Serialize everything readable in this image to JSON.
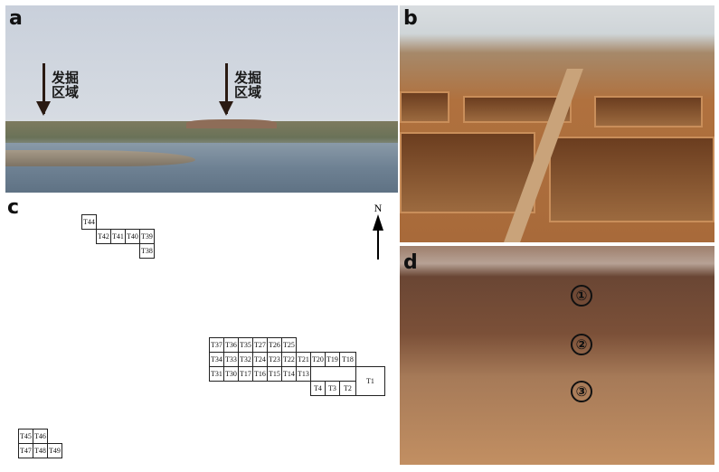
{
  "panels": {
    "a": {
      "label": "a",
      "annotations": [
        "发掘\n区域",
        "发掘\n区域"
      ]
    },
    "b": {
      "label": "b"
    },
    "c": {
      "label": "c",
      "north_label": "N",
      "trenches_upper": [
        "T44",
        "T42",
        "T41",
        "T40",
        "T39",
        "T38"
      ],
      "trenches_main": [
        "T37",
        "T36",
        "T35",
        "T27",
        "T26",
        "T25",
        "T34",
        "T33",
        "T32",
        "T24",
        "T23",
        "T22",
        "T21",
        "T20",
        "T19",
        "T18",
        "T31",
        "T30",
        "T17",
        "T16",
        "T15",
        "T14",
        "T13",
        "T4",
        "T3",
        "T2",
        "T1"
      ],
      "trenches_lower": [
        "T45",
        "T46",
        "T47",
        "T48",
        "T49"
      ]
    },
    "d": {
      "label": "d",
      "layers": [
        "①",
        "②",
        "③"
      ]
    }
  }
}
